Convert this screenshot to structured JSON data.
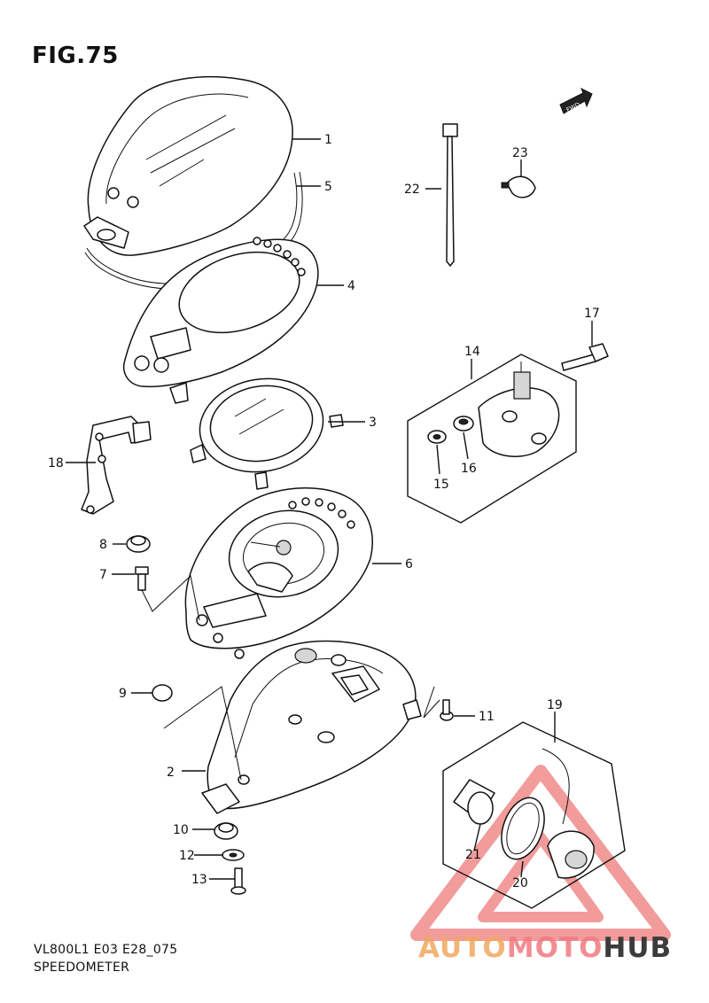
{
  "figure": {
    "title": "FIG.75",
    "model_code": "VL800L1 E03 E28_075",
    "caption": "SPEEDOMETER",
    "fwd_label": "FWD"
  },
  "callouts": [
    "1",
    "2",
    "3",
    "4",
    "5",
    "6",
    "7",
    "8",
    "9",
    "10",
    "11",
    "12",
    "13",
    "14",
    "15",
    "16",
    "17",
    "18",
    "19",
    "20",
    "21",
    "22",
    "23"
  ],
  "watermark": {
    "part1": "AUTO",
    "part2": "MOTO",
    "part3": "HUB",
    "colors": {
      "auto": "#f0a860",
      "moto": "#f07a80",
      "hub": "#3c3c3c",
      "triangle": "#e84a4a"
    }
  }
}
